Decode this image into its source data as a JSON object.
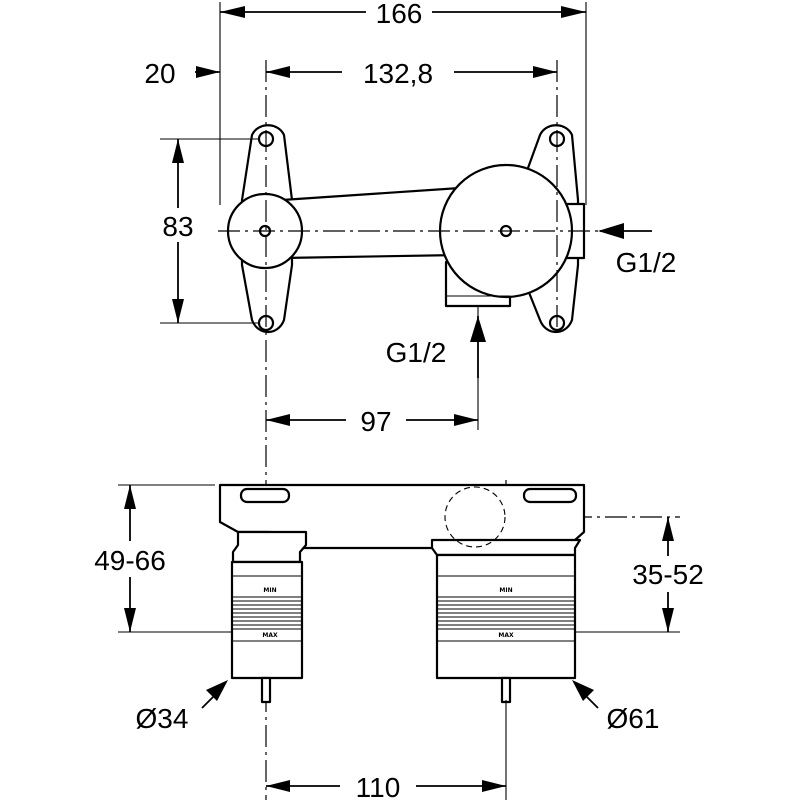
{
  "dimensions": {
    "overall_width": "166",
    "offset_left": "20",
    "hole_spacing": "132,8",
    "height": "83",
    "inlet_spacing": "97",
    "depth_small": "49-66",
    "depth_large": "35-52",
    "valve_spacing": "110",
    "diameter_small": "Ø34",
    "diameter_large": "Ø61"
  },
  "connections": {
    "side_inlet": "G1/2",
    "bottom_inlet": "G1/2"
  },
  "markings": {
    "min": "MIN",
    "max": "MAX"
  }
}
